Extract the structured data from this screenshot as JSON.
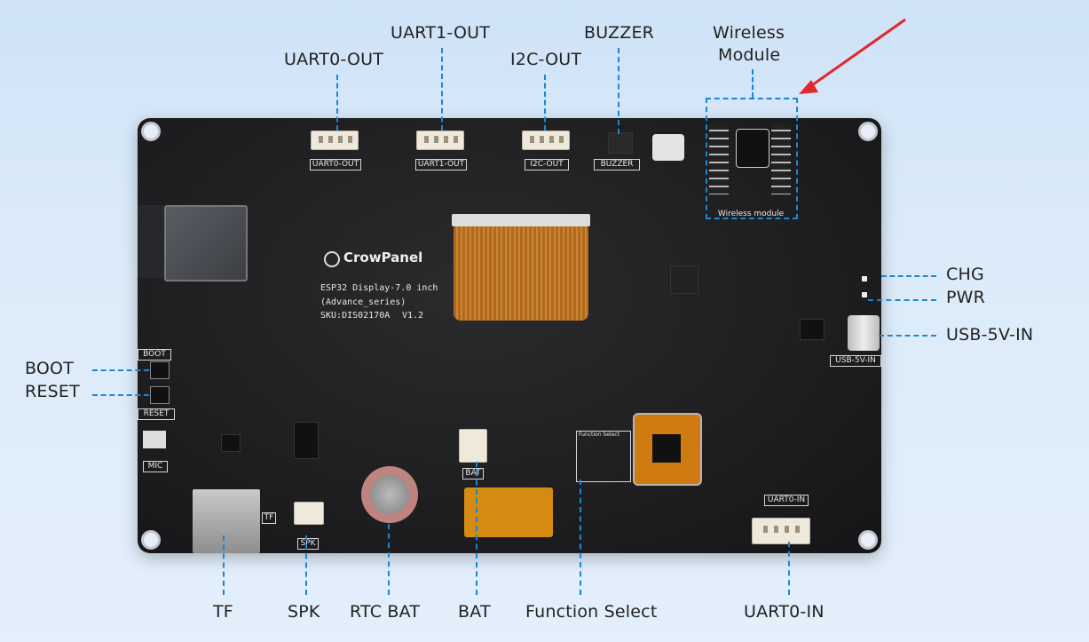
{
  "labels": {
    "uart0_out": "UART0-OUT",
    "uart1_out": "UART1-OUT",
    "i2c_out": "I2C-OUT",
    "buzzer": "BUZZER",
    "wireless_line1": "Wireless",
    "wireless_line2": "Module",
    "chg": "CHG",
    "pwr": "PWR",
    "usb": "USB-5V-IN",
    "boot": "BOOT",
    "reset": "RESET",
    "tf": "TF",
    "spk": "SPK",
    "rtc_bat": "RTC BAT",
    "bat": "BAT",
    "function_select": "Function Select",
    "uart0_in": "UART0-IN"
  },
  "board": {
    "brand": "CrowPanel",
    "line1": "ESP32 Display-7.0 inch",
    "line2": "(Advance_series)",
    "line3": "SKU:DIS02170A",
    "version": "V1.2",
    "silk_uart0_out": "UART0-OUT",
    "silk_uart1_out": "UART1-OUT",
    "silk_i2c_out": "I2C-OUT",
    "silk_buzzer": "BUZZER",
    "silk_wireless": "Wireless module",
    "silk_usb": "USB-5V-IN",
    "silk_boot": "BOOT",
    "silk_reset": "RESET",
    "silk_mic": "MIC",
    "silk_tf": "TF",
    "silk_spk": "SPK",
    "silk_bat": "BAT",
    "silk_uart0_in": "UART0-IN",
    "silk_function_select": "Function Select"
  },
  "colors": {
    "leader": "#1a87d6",
    "arrow": "#e0282e",
    "board": "#1c1c1e"
  }
}
